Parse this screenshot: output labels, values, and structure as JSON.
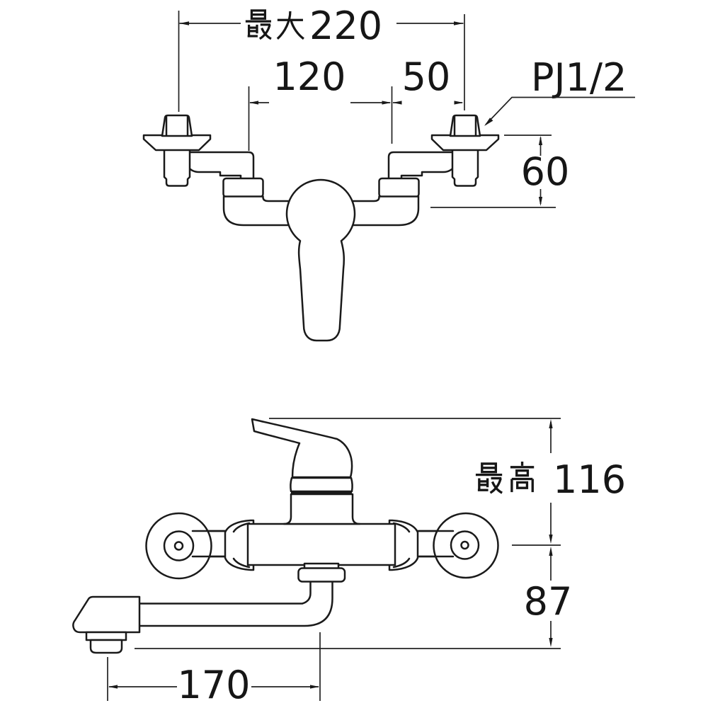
{
  "drawing": {
    "background_color": "#ffffff",
    "line_color": "#1a1a1a",
    "description_labels": {
      "max_width_full": "最大220",
      "max_height_full": "最高116"
    }
  },
  "top_view": {
    "dim_max_width": {
      "prefix": "最大",
      "value": "220"
    },
    "dim_left_span": {
      "value": "120"
    },
    "dim_right_span": {
      "value": "50"
    },
    "thread_label": {
      "text": "PJ1/2"
    },
    "dim_wall_offset": {
      "value": "60"
    }
  },
  "front_view": {
    "dim_max_height": {
      "prefix": "最高",
      "value": "116"
    },
    "dim_center_to_outlet": {
      "value": "87"
    },
    "dim_spout_reach": {
      "value": "170"
    }
  }
}
